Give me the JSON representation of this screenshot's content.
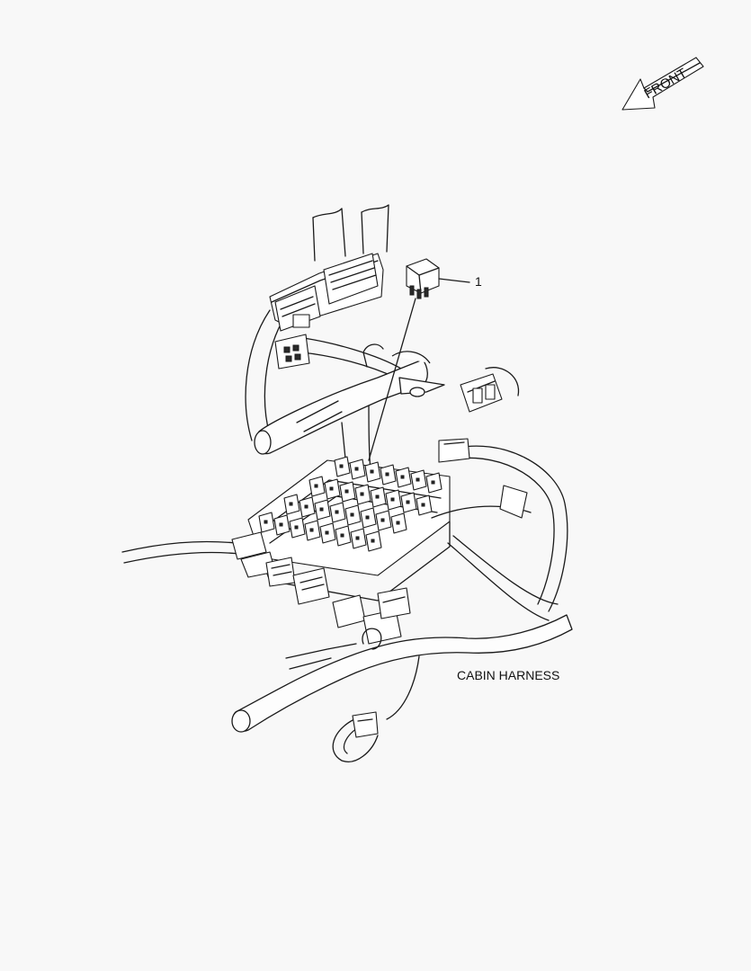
{
  "orientation": {
    "label": "FRONT",
    "icon": "front-arrow-icon"
  },
  "callouts": [
    {
      "number": "1"
    }
  ],
  "caption": "CABIN HARNESS"
}
